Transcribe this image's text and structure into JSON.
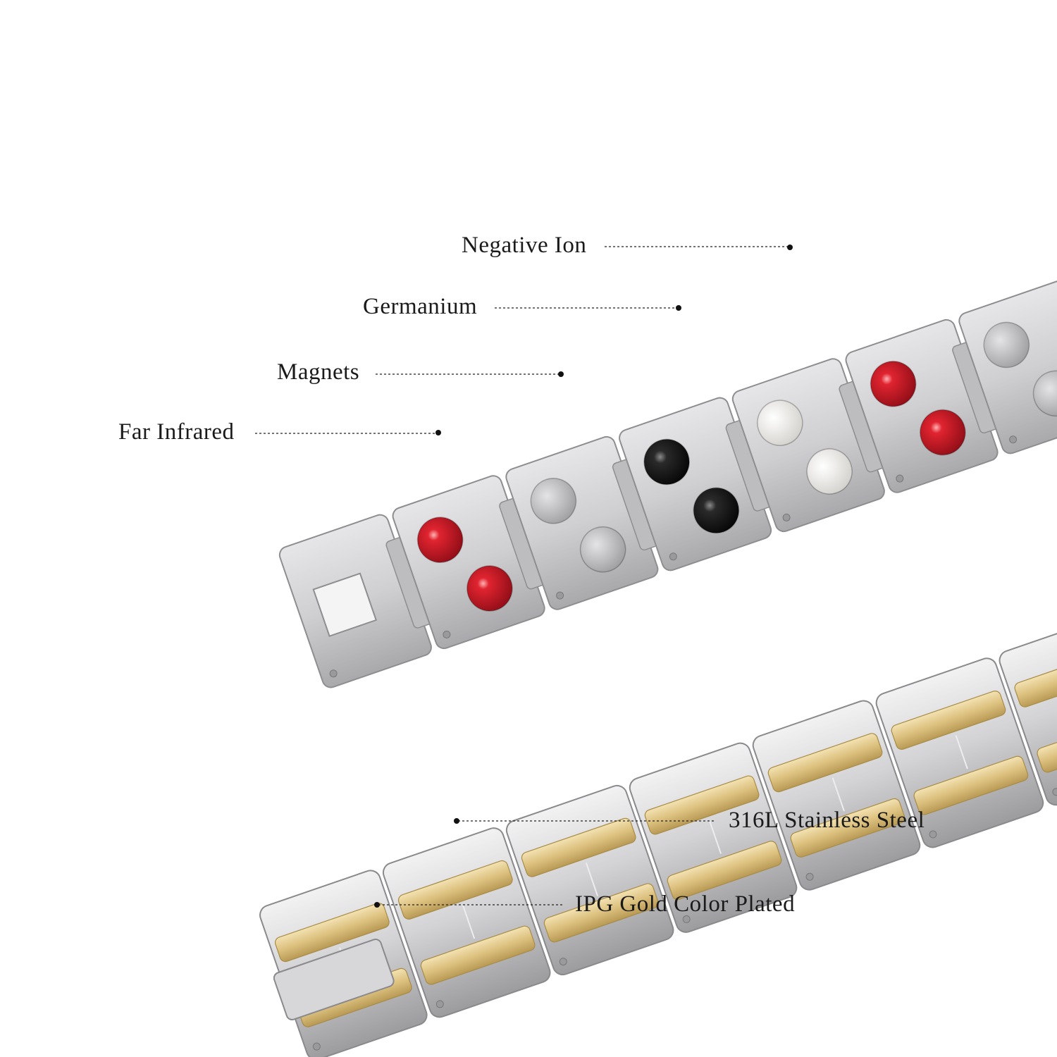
{
  "product": {
    "name": "magnetic bracelet",
    "colors": {
      "silver": "#c9c9cb",
      "gold": "#d9bd7a",
      "stone_red": "#c4141f",
      "stone_black": "#1c1c1c",
      "stone_white": "#e9e7e2",
      "magnet_gray": "#b9b9bb"
    }
  },
  "callouts": {
    "negative_ion": "Negative Ion",
    "germanium": "Germanium",
    "magnets": "Magnets",
    "far_infrared": "Far Infrared",
    "stainless_steel": "316L Stainless Steel",
    "gold_plated": "IPG Gold Color Plated"
  }
}
